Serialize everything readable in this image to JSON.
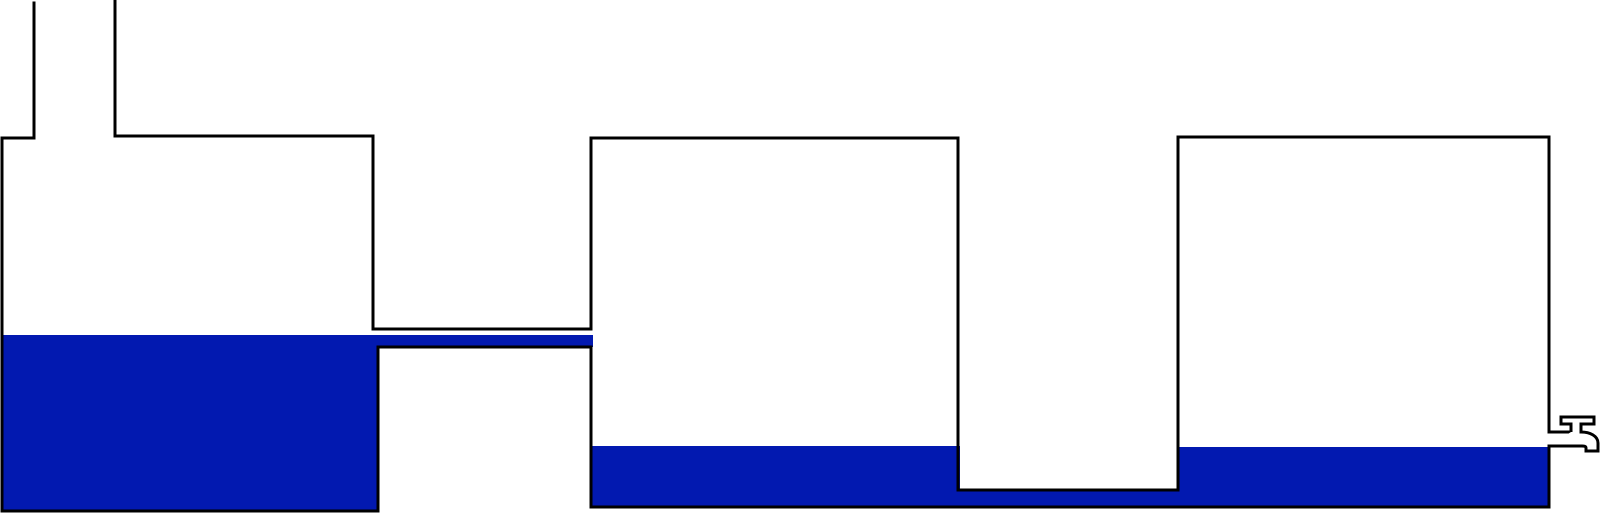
{
  "colors": {
    "water": "#0219b0",
    "walls": "#000000",
    "background": "#ffffff"
  },
  "tanks": [
    {
      "id": "tank-1",
      "water_level_fraction": 0.48
    },
    {
      "id": "tank-2",
      "water_level_fraction": 0.17
    },
    {
      "id": "tank-3",
      "water_level_fraction": 0.16
    }
  ],
  "connectors": [
    {
      "id": "upper-connector",
      "filled": true
    },
    {
      "id": "bottom-u-channel",
      "filled": true
    }
  ],
  "icons": {
    "outlet": "tap-icon"
  }
}
